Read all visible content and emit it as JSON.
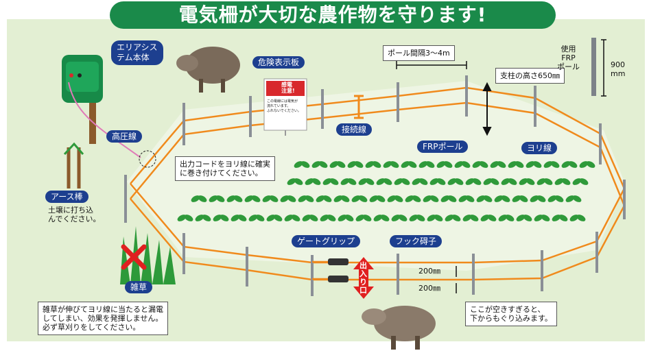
{
  "title": "電気柵が大切な農作物を守ります!",
  "labels": {
    "unit": "エリアシス\nテム本体",
    "hv_wire": "高圧線",
    "danger_sign": "危険表示板",
    "connect_wire": "接続線",
    "frp_pole": "FRPポール",
    "twisted_wire": "ヨリ線",
    "earth_rod": "アース棒",
    "weed": "雑草",
    "gate_grip": "ゲートグリップ",
    "hook_insulator": "フック碍子"
  },
  "notes": {
    "pole_spacing": "ポール間隔3～4m",
    "post_height": "支柱の高さ650㎜",
    "frp_pole_name": "使用\nFRP\nポール",
    "frp_pole_len": "900\nmm",
    "output_cord": "出力コードをヨリ線に確実\nに巻き付けてください。",
    "earth_note": "土壌に打ち込\nんでください。",
    "weed_note": "雑草が伸びてヨリ線に当たると漏電\nしてしまい、効果を発揮しません。\n必ず草刈りをしてください。",
    "gap_200_top": "200㎜",
    "gap_200_bottom": "200㎜",
    "gap_note": "ここが空きすぎると、\n下からもぐり込みます。",
    "entrance": "出入り口",
    "sign_title": "感電\n注意!",
    "sign_body": "この電線には電気が\n流れています。\nふれないでください。"
  },
  "colors": {
    "title_bg": "#1a8a4a",
    "label_bg": "#1d3f8f",
    "wire": "#f08a1c",
    "field": "#e3efd3",
    "crop": "#2f9a3a",
    "unit": "#178a48",
    "sign_red": "#d8282c",
    "arrow_red": "#e02020"
  },
  "icons": [
    "boar-icon",
    "boar-icon",
    "electric-fence-unit-icon",
    "earth-rod-icon",
    "weed-icon",
    "cross-icon",
    "danger-sign-icon",
    "crop-icon",
    "frp-pole-icon"
  ]
}
